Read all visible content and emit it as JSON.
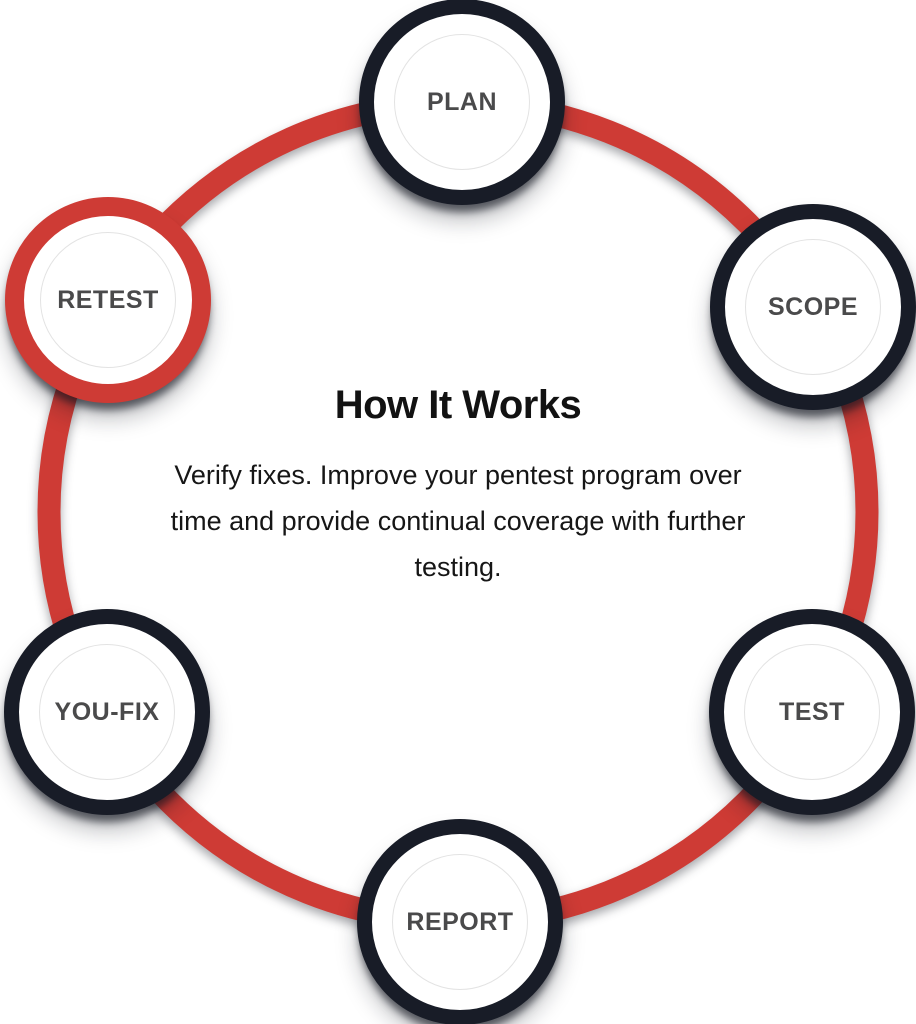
{
  "center": {
    "title": "How It Works",
    "description": "Verify fixes. Improve your pentest program over time and provide continual coverage with further testing."
  },
  "nodes": [
    {
      "label": "PLAN",
      "state": "default"
    },
    {
      "label": "SCOPE",
      "state": "default"
    },
    {
      "label": "TEST",
      "state": "default"
    },
    {
      "label": "REPORT",
      "state": "default"
    },
    {
      "label": "YOU-FIX",
      "state": "default"
    },
    {
      "label": "RETEST",
      "state": "active"
    }
  ],
  "colors": {
    "accent_red": "#CE3B35",
    "ring_dark": "#181C27",
    "label_gray": "#4A4A4B",
    "hairline": "#E3E3E3",
    "text_black": "#121212",
    "background": "#FFFFFF"
  }
}
